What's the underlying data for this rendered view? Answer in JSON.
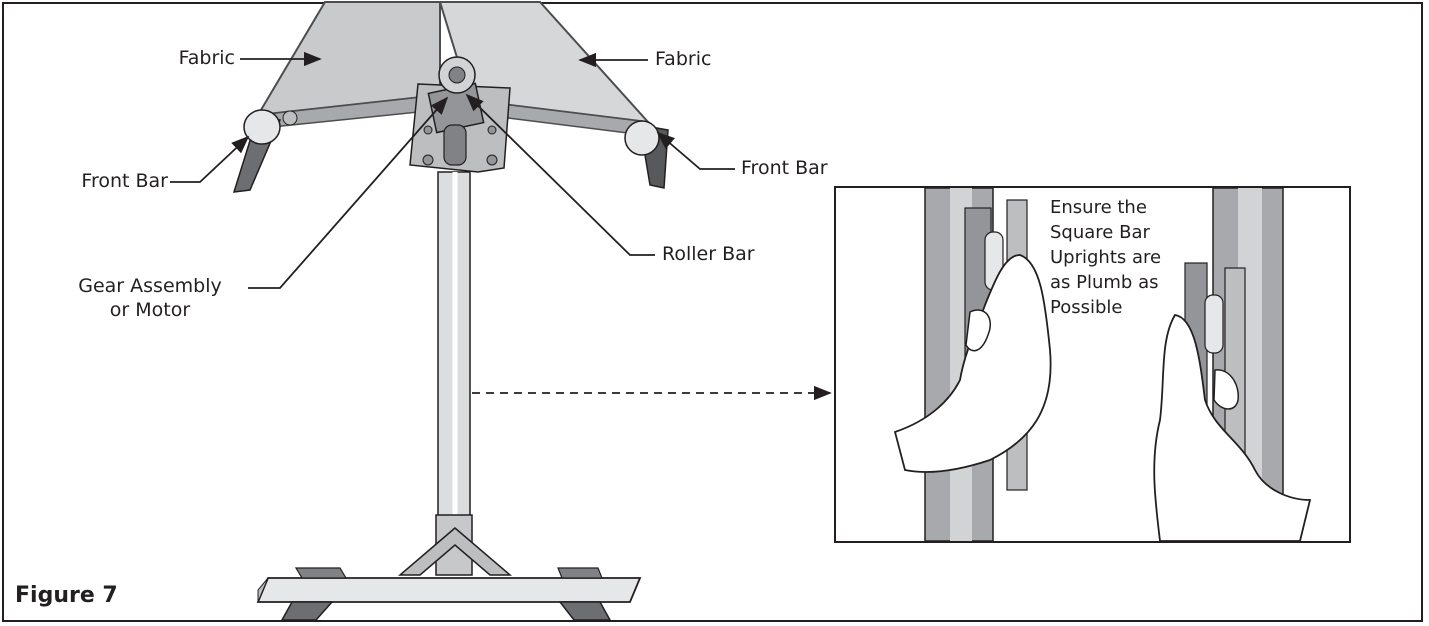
{
  "figure": {
    "caption": "Figure 7"
  },
  "callouts": {
    "fabric_left": "Fabric",
    "fabric_right": "Fabric",
    "front_bar_left": "Front Bar",
    "front_bar_right": "Front Bar",
    "roller_bar": "Roller Bar",
    "gear_assembly_line1": "Gear Assembly",
    "gear_assembly_line2": "or Motor"
  },
  "inset": {
    "note": "Ensure the\nSquare Bar\nUprights are\nas Plumb as\nPossible"
  }
}
